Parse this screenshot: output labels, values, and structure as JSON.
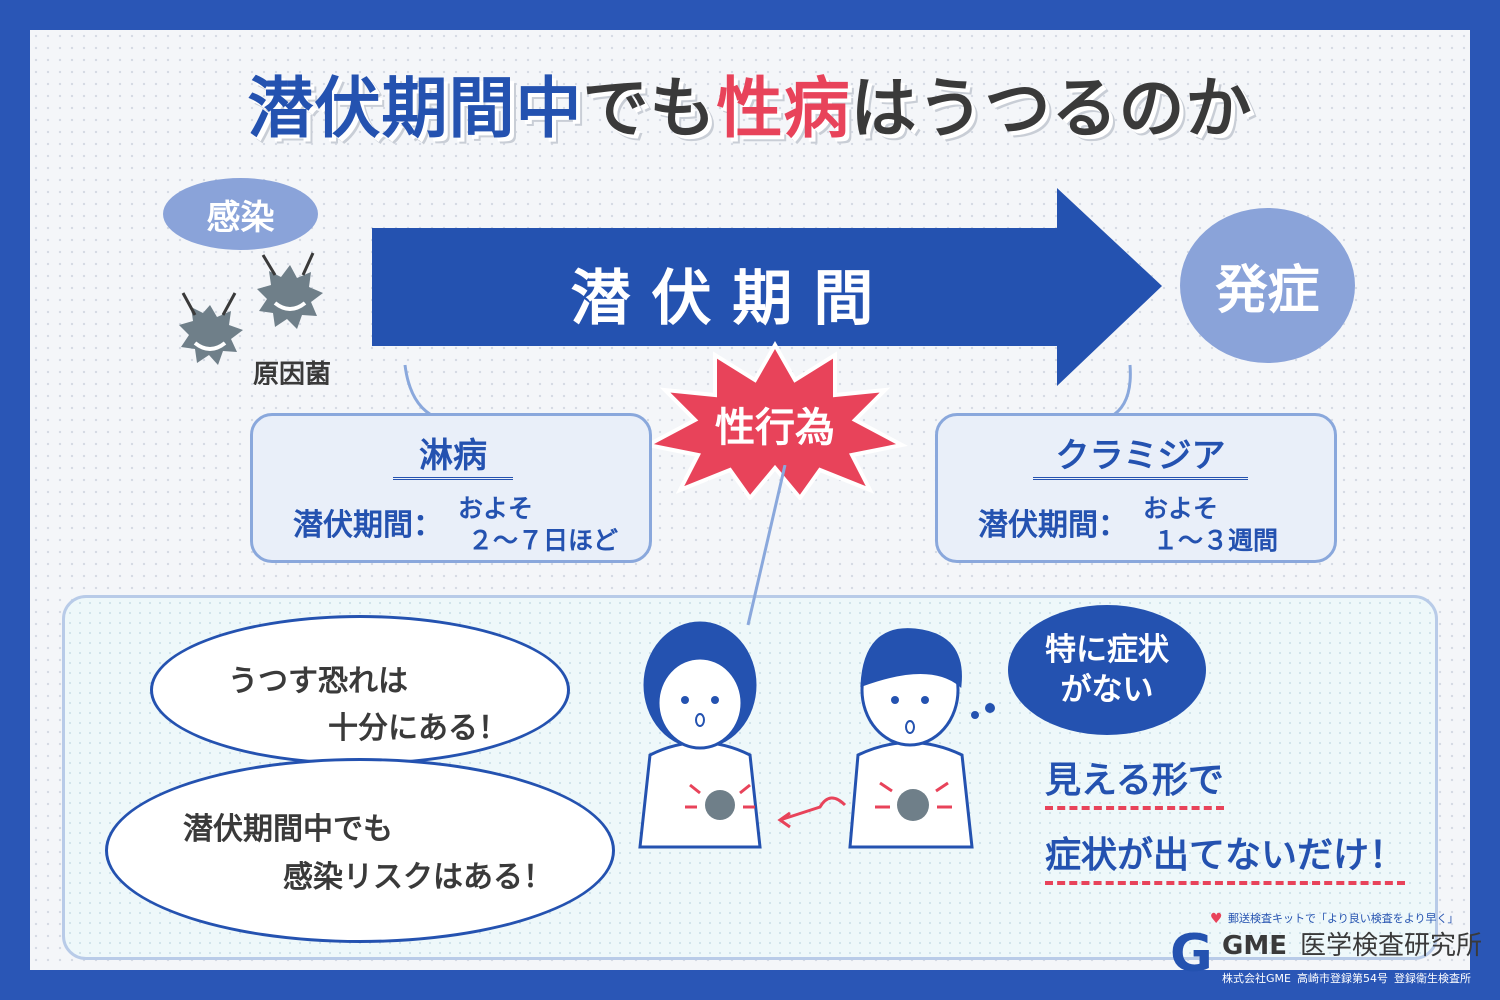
{
  "title": {
    "part1": "潜伏期間中",
    "part2": "でも",
    "part3": "性病",
    "part4": "はうつるのか"
  },
  "infection_label": "感染",
  "pathogen_label": "原因菌",
  "arrow_label": "潜 伏 期 間",
  "onset_label": "発症",
  "sex_act_label": "性行為",
  "gonorrhea": {
    "name": "淋病",
    "period_label": "潜伏期間：",
    "period_line1": "およそ",
    "period_line2": "２〜７日ほど"
  },
  "chlamydia": {
    "name": "クラミジア",
    "period_label": "潜伏期間：",
    "period_line1": "およそ",
    "period_line2": "１〜３週間"
  },
  "cloud1": {
    "line1": "うつす恐れは",
    "line2": "十分にある！"
  },
  "cloud2": {
    "line1": "潜伏期間中でも",
    "line2": "感染リスクはある！"
  },
  "thought": {
    "line1": "特に症状",
    "line2": "がない"
  },
  "message": {
    "line1": "見える形で",
    "line2": "症状が出てないだけ！"
  },
  "logo": {
    "tagline": "郵送検査キットで「より良い検査をより早く」",
    "brand": "GME",
    "name": "医学検査研究所",
    "footer1": "株式会社GME",
    "footer2": "高崎市登録第54号",
    "footer3": "登録衛生検査所"
  },
  "colors": {
    "border": "#2a56b6",
    "primary": "#2452b0",
    "accent": "#e8435a",
    "soft": "#8aa3d9"
  }
}
